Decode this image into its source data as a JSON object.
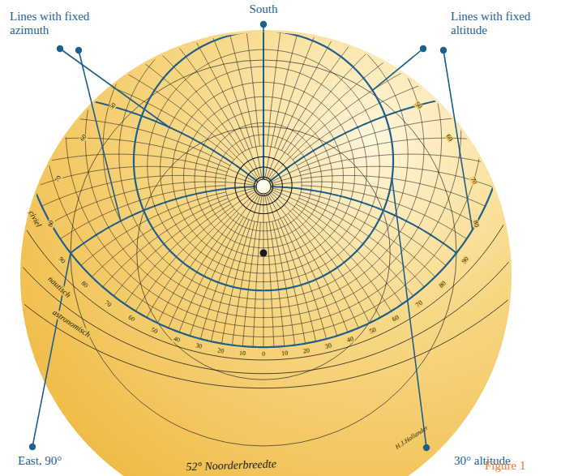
{
  "diagram": {
    "caption": "Figure 1",
    "labels": [
      "South",
      "Lines with fixed azimuth",
      "Lines with fixed altitude",
      "10",
      "20",
      "20",
      "10",
      "50",
      "60",
      "70",
      "80",
      "50",
      "60",
      "70",
      "80",
      "civiel",
      "nautisch",
      "astronomisch",
      "90",
      "80",
      "70",
      "60",
      "50",
      "40",
      "30",
      "20",
      "10",
      "0",
      "10",
      "20",
      "30",
      "40",
      "50",
      "60",
      "70",
      "80",
      "90",
      "East, 90°",
      "30° altitude",
      "52° Noorderbreedte",
      "H.J.Hollander"
    ]
  }
}
